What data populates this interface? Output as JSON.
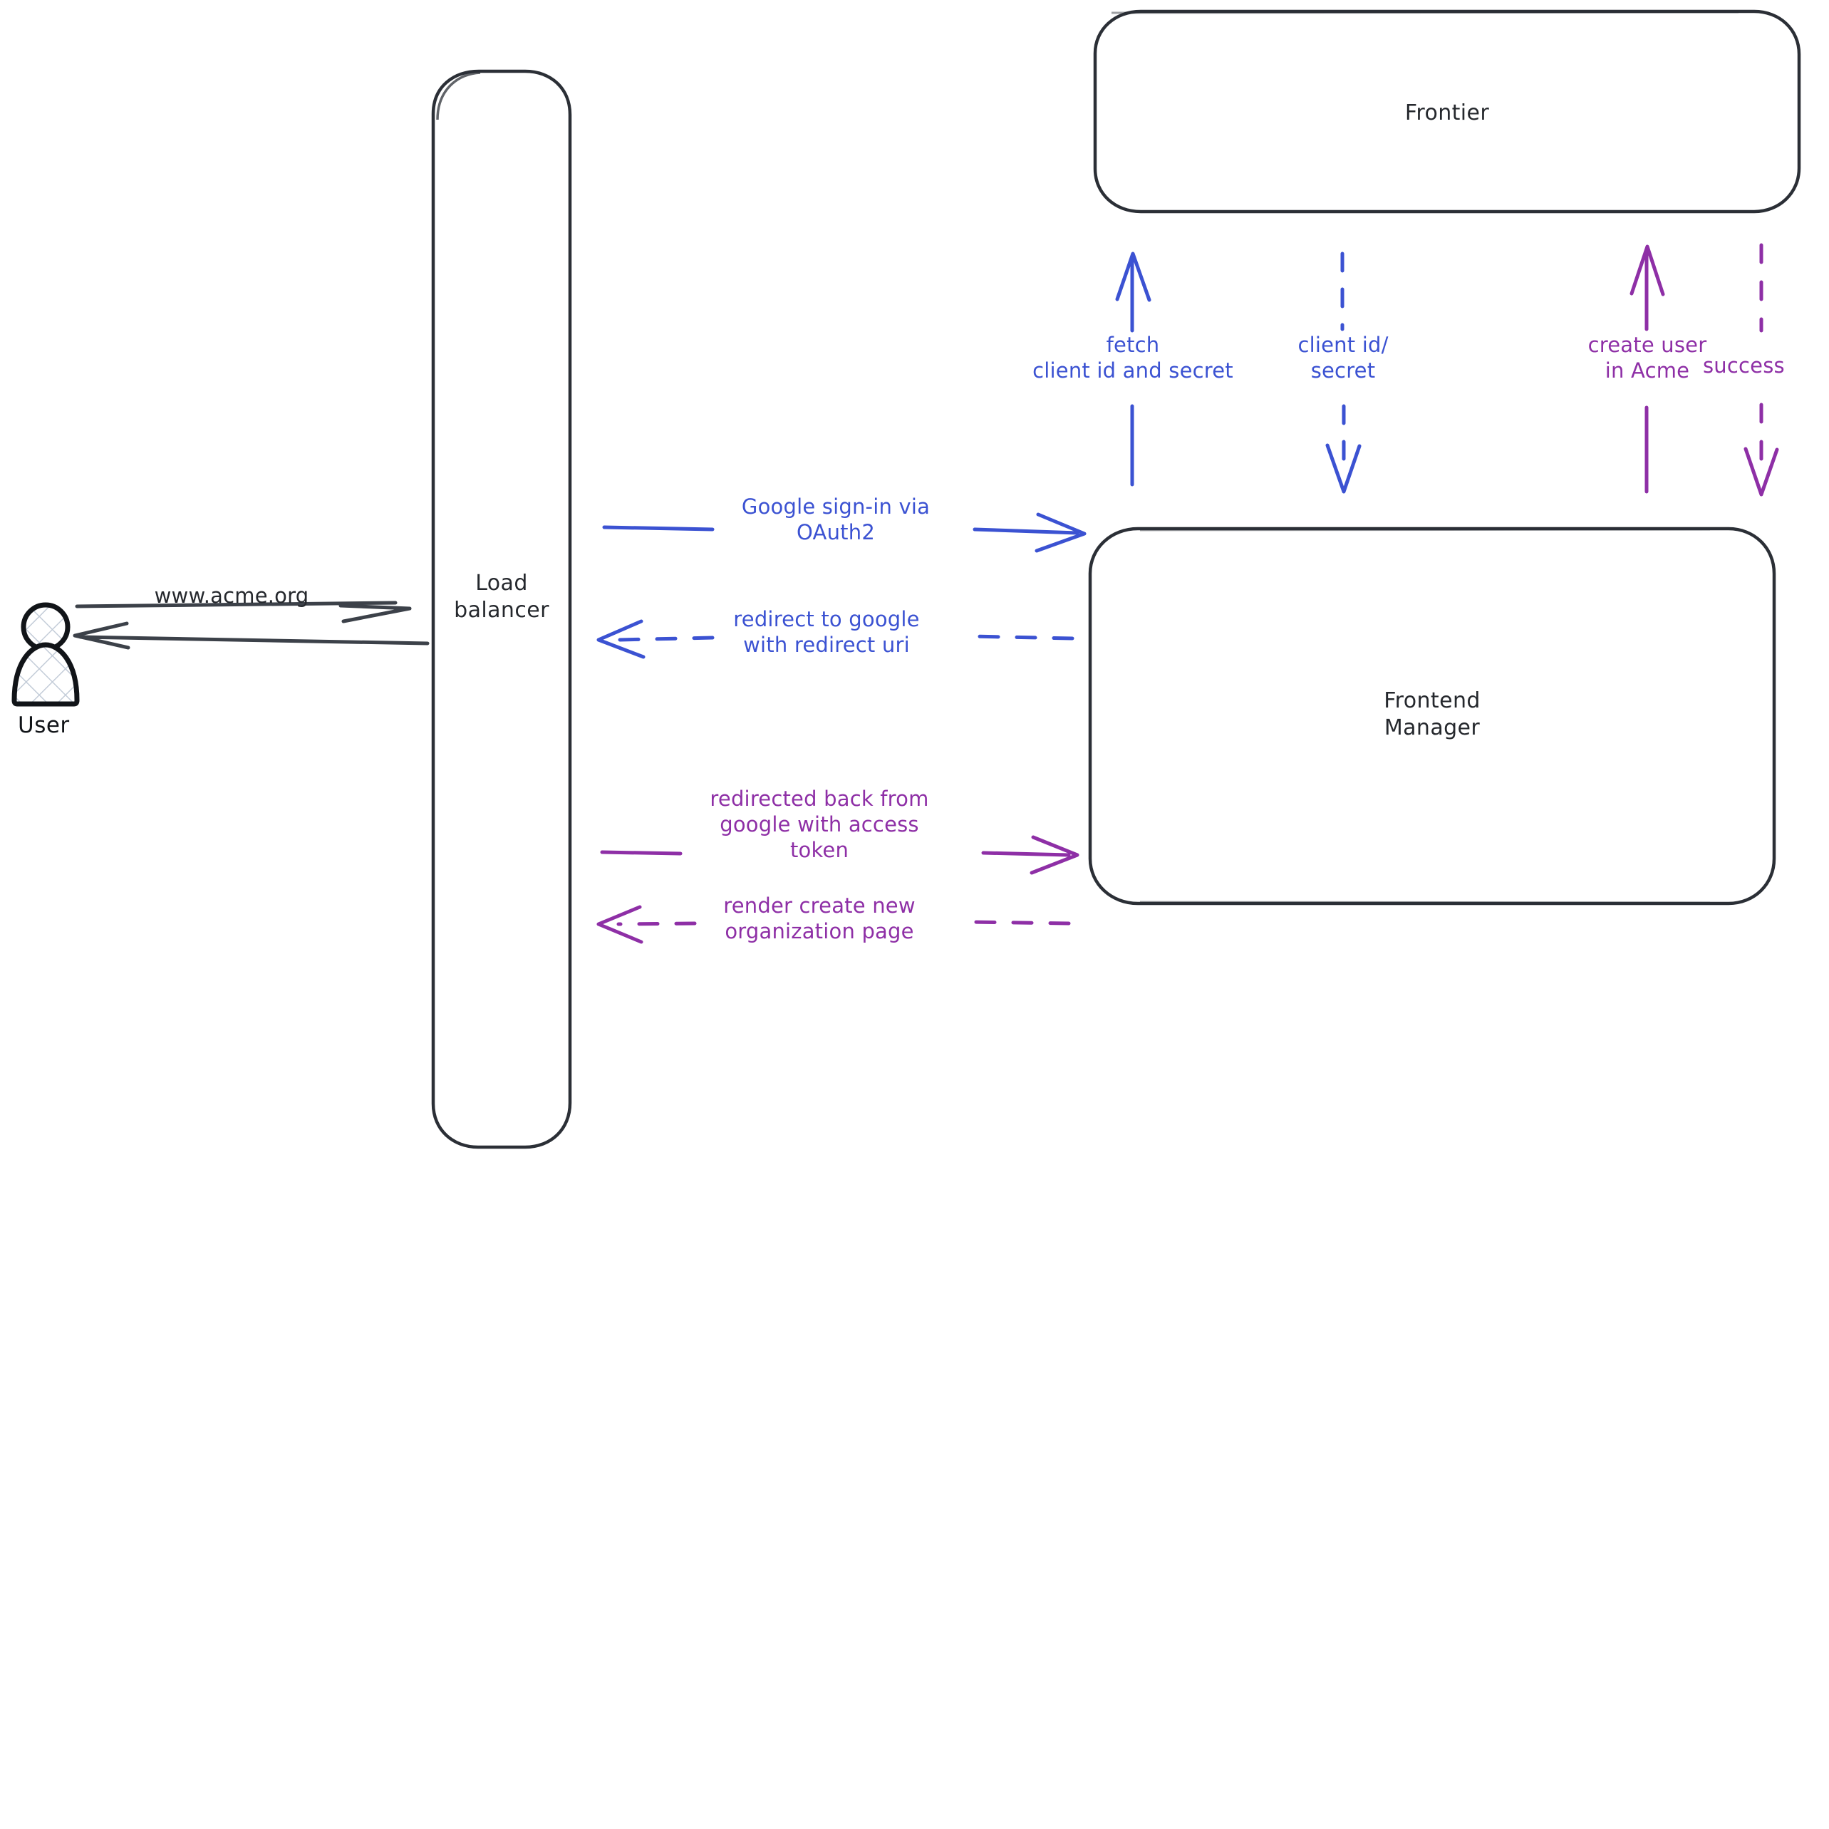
{
  "diagram": {
    "title": "Google OAuth2 sign-in sequence diagram",
    "background": "#ffffff",
    "colors": {
      "stroke_dark": "#25282d",
      "blue": "#3b52d2",
      "purple": "#8e2fa6",
      "actor_outline": "#111418",
      "hatch": "#c3ccd8"
    },
    "actors": [
      {
        "id": "user",
        "name": "user-actor",
        "label": "User",
        "shape": "person"
      }
    ],
    "nodes": [
      {
        "id": "load-balancer",
        "label": "Load\nbalancer",
        "shape": "rounded-rect-vertical"
      },
      {
        "id": "frontier",
        "label": "Frontier",
        "shape": "rounded-rect"
      },
      {
        "id": "frontend-manager",
        "label": "Frontend\nManager",
        "shape": "rounded-rect"
      }
    ],
    "edges": [
      {
        "id": "user-to-lb",
        "label": "www.acme.org",
        "color": "#25282d",
        "style": "solid",
        "direction": "right",
        "from": "user",
        "to": "load-balancer"
      },
      {
        "id": "lb-to-user",
        "label": "",
        "color": "#25282d",
        "style": "solid",
        "direction": "left",
        "from": "load-balancer",
        "to": "user"
      },
      {
        "id": "lb-to-fm-signin",
        "label": "Google sign-in via\nOAuth2",
        "color": "#3b52d2",
        "style": "solid",
        "direction": "right",
        "from": "load-balancer",
        "to": "frontend-manager"
      },
      {
        "id": "fm-to-lb-redirect",
        "label": "redirect to google\nwith redirect uri",
        "color": "#3b52d2",
        "style": "dashed",
        "direction": "left",
        "from": "frontend-manager",
        "to": "load-balancer"
      },
      {
        "id": "lb-to-fm-token",
        "label": "redirected back from\ngoogle with access\ntoken",
        "color": "#8e2fa6",
        "style": "solid",
        "direction": "right",
        "from": "load-balancer",
        "to": "frontend-manager"
      },
      {
        "id": "fm-to-lb-render",
        "label": "render create new\norganization page",
        "color": "#8e2fa6",
        "style": "dashed",
        "direction": "left",
        "from": "frontend-manager",
        "to": "load-balancer"
      },
      {
        "id": "fm-to-frontier-fetch",
        "label": "fetch\nclient id and secret",
        "color": "#3b52d2",
        "style": "solid",
        "direction": "up",
        "from": "frontend-manager",
        "to": "frontier"
      },
      {
        "id": "frontier-to-fm-credentials",
        "label": "client id/\nsecret",
        "color": "#3b52d2",
        "style": "dashed",
        "direction": "down",
        "from": "frontier",
        "to": "frontend-manager"
      },
      {
        "id": "fm-to-frontier-create-user",
        "label": "create user\nin Acme",
        "color": "#8e2fa6",
        "style": "solid",
        "direction": "up",
        "from": "frontend-manager",
        "to": "frontier"
      },
      {
        "id": "frontier-to-fm-success",
        "label": "success",
        "color": "#8e2fa6",
        "style": "dashed",
        "direction": "down",
        "from": "frontier",
        "to": "frontend-manager"
      }
    ]
  }
}
